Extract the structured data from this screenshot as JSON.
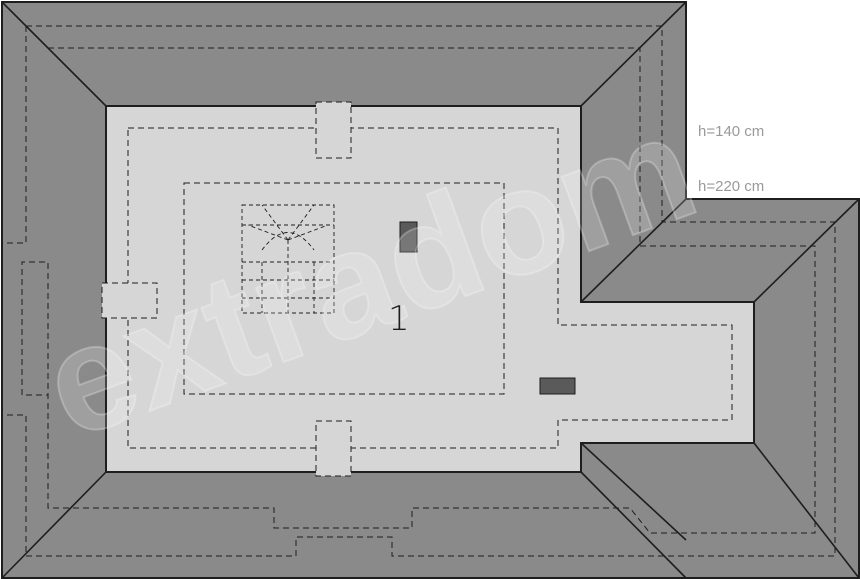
{
  "height_labels": {
    "h140": "h=140 cm",
    "h220": "h=220 cm"
  },
  "room": {
    "number": "1"
  },
  "watermark": "extradom",
  "colors": {
    "roof": "#8a8a8a",
    "floor": "#d6d6d6",
    "chimney": "#5a5a5a",
    "line": "#1e1e1e"
  }
}
